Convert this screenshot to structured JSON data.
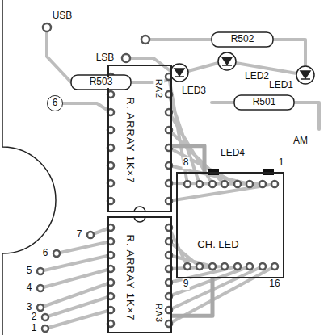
{
  "diagram": {
    "nodes": [
      {
        "text": [
          "6"
        ]
      },
      {
        "text": [
          "R. ARRAY 1K×7",
          "RA2"
        ]
      },
      {
        "text": [
          "CH. LED"
        ]
      },
      {
        "text": [
          "R. ARRAY 1K×7",
          "RA3"
        ]
      }
    ],
    "edges": [
      {
        "from": 1,
        "to": 2,
        "arrow": "none"
      },
      {
        "from": 3,
        "to": 2,
        "arrow": "none"
      }
    ],
    "labels": [
      "USB",
      "LSB",
      "R502",
      "R503",
      "LED2",
      "LED3",
      "LED1",
      "R501",
      "AM",
      "LED4",
      "8",
      "1",
      "7",
      "6",
      "5",
      "4",
      "3",
      "2",
      "1",
      "9",
      "16"
    ]
  }
}
